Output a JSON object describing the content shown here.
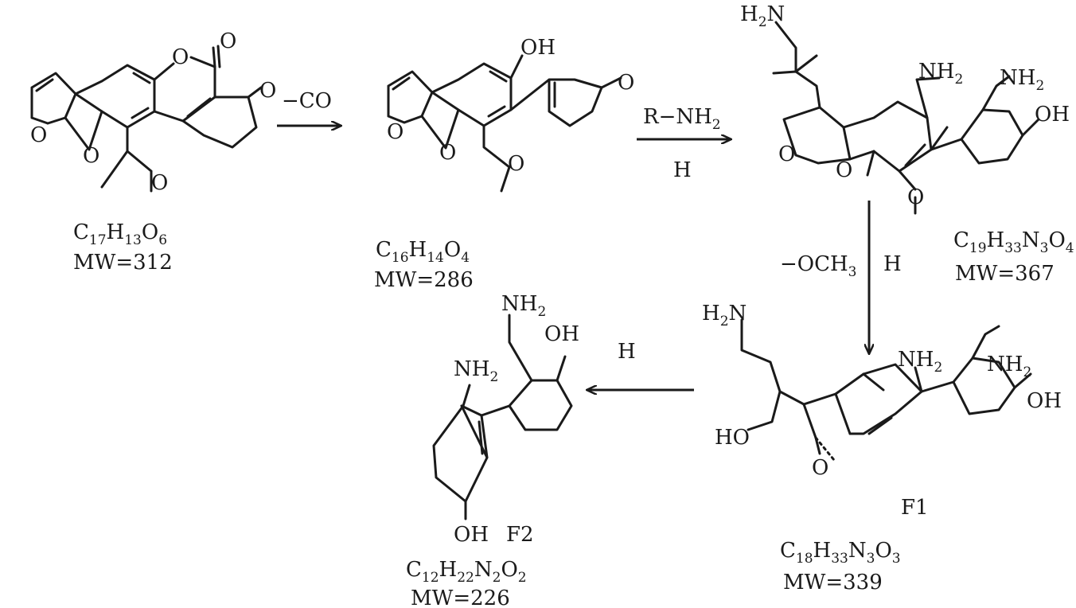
{
  "colors": {
    "ink": "#1a1a1a",
    "background": "#ffffff"
  },
  "atoms": {
    "O": "O",
    "OH": "OH",
    "NH2": "NH",
    "H2N": "H",
    "HO": "HO"
  },
  "arrows": {
    "step1": {
      "reagent": "−CO"
    },
    "step2": {
      "reagent": "R−NH",
      "reagent_sub": "2",
      "condition": "H"
    },
    "step3": {
      "reagent": "−OCH",
      "reagent_sub": "3",
      "condition": "H"
    },
    "step4": {
      "condition": "H"
    }
  },
  "compounds": {
    "c1": {
      "formula": [
        [
          "C",
          ""
        ],
        [
          "17",
          "s"
        ],
        [
          "H",
          ""
        ],
        [
          "13",
          "s"
        ],
        [
          "O",
          ""
        ],
        [
          "6",
          "s"
        ]
      ],
      "mw": "MW=312"
    },
    "c2": {
      "formula": [
        [
          "C",
          ""
        ],
        [
          "16",
          "s"
        ],
        [
          "H",
          ""
        ],
        [
          "14",
          "s"
        ],
        [
          "O",
          ""
        ],
        [
          "4",
          "s"
        ]
      ],
      "mw": "MW=286"
    },
    "c3": {
      "formula": [
        [
          "C",
          ""
        ],
        [
          "19",
          "s"
        ],
        [
          "H",
          ""
        ],
        [
          "33",
          "s"
        ],
        [
          "N",
          ""
        ],
        [
          "3",
          "s"
        ],
        [
          "O",
          ""
        ],
        [
          "4",
          "s"
        ]
      ],
      "mw": "MW=367"
    },
    "f1": {
      "name": "F1",
      "formula": [
        [
          "C",
          ""
        ],
        [
          "18",
          "s"
        ],
        [
          "H",
          ""
        ],
        [
          "33",
          "s"
        ],
        [
          "N",
          ""
        ],
        [
          "3",
          "s"
        ],
        [
          "O",
          ""
        ],
        [
          "3",
          "s"
        ]
      ],
      "mw": "MW=339"
    },
    "f2": {
      "name": "F2",
      "formula": [
        [
          "C",
          ""
        ],
        [
          "12",
          "s"
        ],
        [
          "H",
          ""
        ],
        [
          "22",
          "s"
        ],
        [
          "N",
          ""
        ],
        [
          "2",
          "s"
        ],
        [
          "O",
          ""
        ],
        [
          "2",
          "s"
        ]
      ],
      "mw": "MW=226"
    }
  }
}
